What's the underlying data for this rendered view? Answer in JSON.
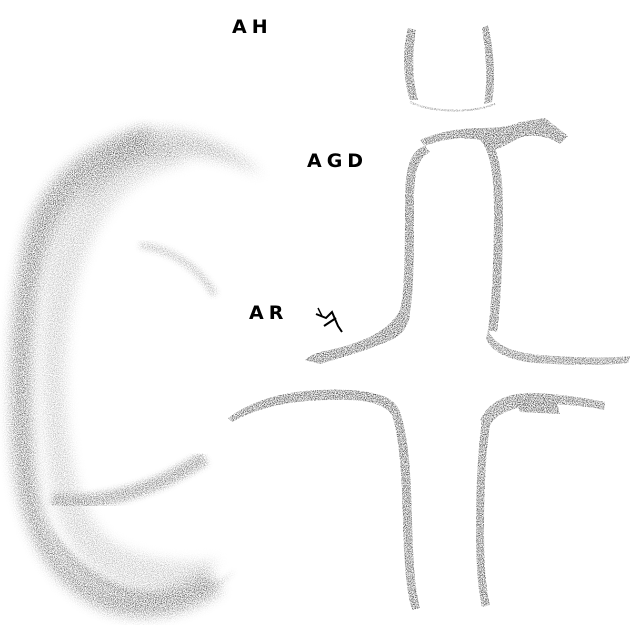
{
  "labels": {
    "ah": "AH",
    "agd": "AGD",
    "ar": "AR"
  },
  "colors": {
    "ink": "#000000",
    "background": "#ffffff"
  }
}
